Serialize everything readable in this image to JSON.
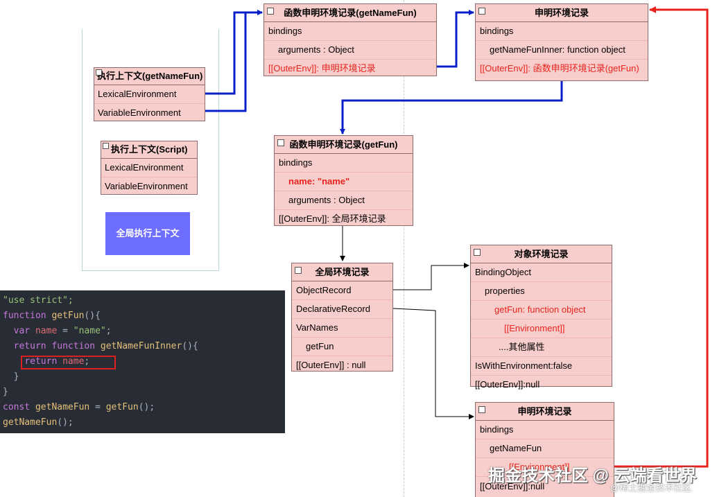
{
  "exec_getNameFun": {
    "title": "执行上下文(getNameFun)",
    "rows": [
      "LexicalEnvironment",
      "VariableEnvironment"
    ]
  },
  "exec_script": {
    "title": "执行上下文(Script)",
    "rows": [
      "LexicalEnvironment",
      "VariableEnvironment"
    ]
  },
  "global_exec": "全局执行上下文",
  "fer_getNameFun": {
    "title": "函数申明环境记录(getNameFun)",
    "bindings": "bindings",
    "arguments": "arguments : Object",
    "outer": "[[OuterEnv]]: 申明环境记录"
  },
  "decl_top": {
    "title": "申明环境记录",
    "bindings": "bindings",
    "item": "getNameFunInner: function object",
    "outer": "[[OuterEnv]]: 函数申明环境记录(getFun)"
  },
  "fer_getFun": {
    "title": "函数申明环境记录(getFun)",
    "bindings": "bindings",
    "name": "name:  \"name\"",
    "arguments": "arguments : Object",
    "outer": "[[OuterEnv]]: 全局环境记录"
  },
  "global_env": {
    "title": "全局环境记录",
    "rows": [
      "ObjectRecord",
      "DeclarativeRecord",
      "VarNames",
      "getFun",
      "[[OuterEnv]] :   null"
    ]
  },
  "object_env": {
    "title": "对象环境记录",
    "binding_object": "BindingObject",
    "properties": "properties",
    "getfun": "getFun:  function object",
    "environment": "[[Environment]]",
    "others": "....其他属性",
    "with_env": "IsWithEnvironment:false",
    "outer": "[[OuterEnv]]:null"
  },
  "decl_bottom": {
    "title": "申明环境记录",
    "bindings": "bindings",
    "item": "getNameFun",
    "hidden": "[[Environment]]",
    "outer": "[[OuterEnv]]:null"
  },
  "code": {
    "line1": "\"use strict\";",
    "l2_kw": "function",
    "l2_fn": "getFun",
    "l2_p": "(){",
    "l3_kw": "var",
    "l3_v": "name",
    "l3_eq": " = ",
    "l3_s": "\"name\"",
    "l3_end": ";",
    "l4_kw": "return",
    "l4_kw2": "function",
    "l4_fn": "getNameFunInner",
    "l4_p": "(){",
    "l5_kw": "return",
    "l5_v": "name",
    "l5_end": ";",
    "l6": "}",
    "l7": "}",
    "l8_kw": "const",
    "l8_v": "getNameFun",
    "l8_eq": " = ",
    "l8_fn": "getFun",
    "l8_p": "();",
    "l9_fn": "getNameFun",
    "l9_p": "();"
  },
  "watermark": "掘金技术社区 @ 云端看世界",
  "watermark_small": "@稀土掘金技术社区",
  "colors": {
    "box_fill": "#f8cecc",
    "arrow_blue": "#0a1ec8",
    "arrow_red": "#e8231d",
    "global_exec": "#6d6dff",
    "code_bg": "#282c34"
  }
}
